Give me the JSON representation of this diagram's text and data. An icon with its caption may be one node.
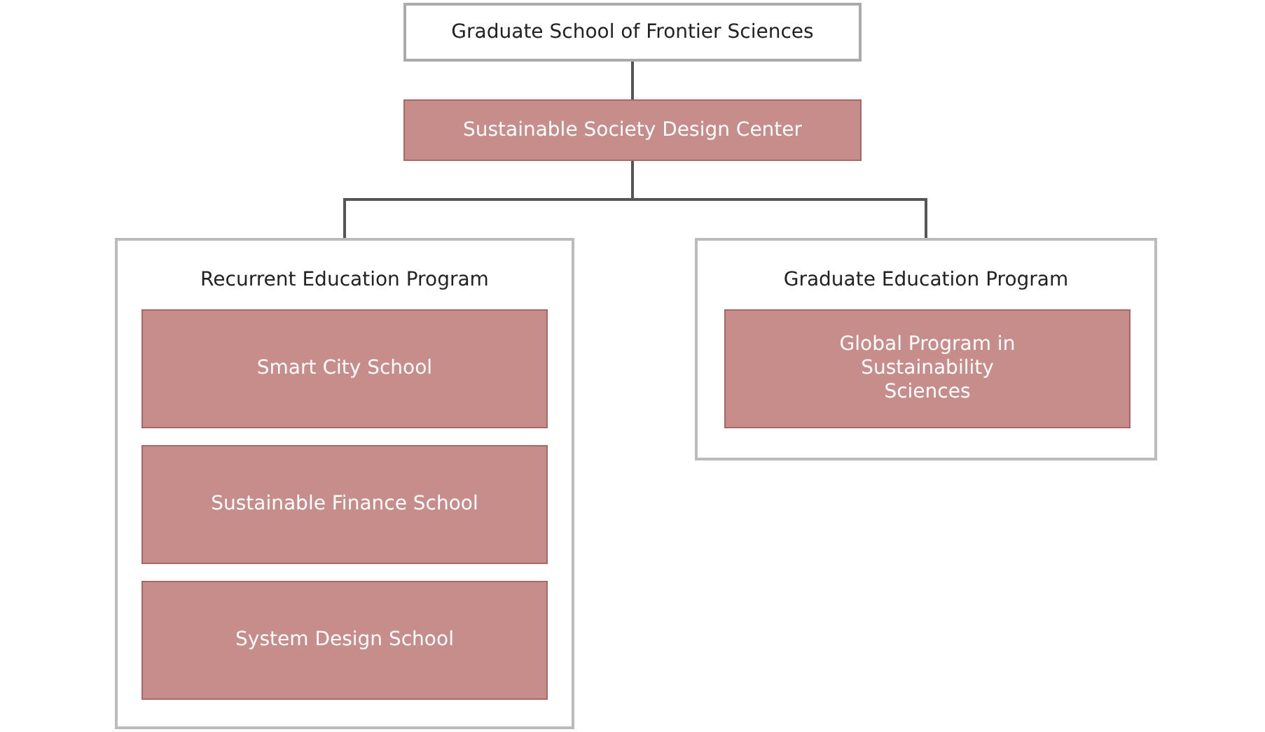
{
  "diagram": {
    "nodes": [
      {
        "text": [
          "Graduate School of Frontier Sciences"
        ]
      },
      {
        "text": [
          "Sustainable Society Design Center"
        ]
      },
      {
        "text": [
          "Recurrent Education Program"
        ]
      },
      {
        "text": [
          "Smart City School"
        ],
        "in": 2
      },
      {
        "text": [
          "Sustainable Finance School"
        ],
        "in": 2
      },
      {
        "text": [
          "System Design School"
        ],
        "in": 2
      },
      {
        "text": [
          "Graduate Education Program"
        ]
      },
      {
        "text": [
          "Global Program in Sustainability Sciences"
        ],
        "in": 6
      }
    ],
    "edges": [
      {
        "from": 0,
        "to": 1,
        "arrow": "none"
      },
      {
        "from": 1,
        "to": 2,
        "arrow": "none"
      },
      {
        "from": 1,
        "to": 6,
        "arrow": "none"
      }
    ]
  }
}
